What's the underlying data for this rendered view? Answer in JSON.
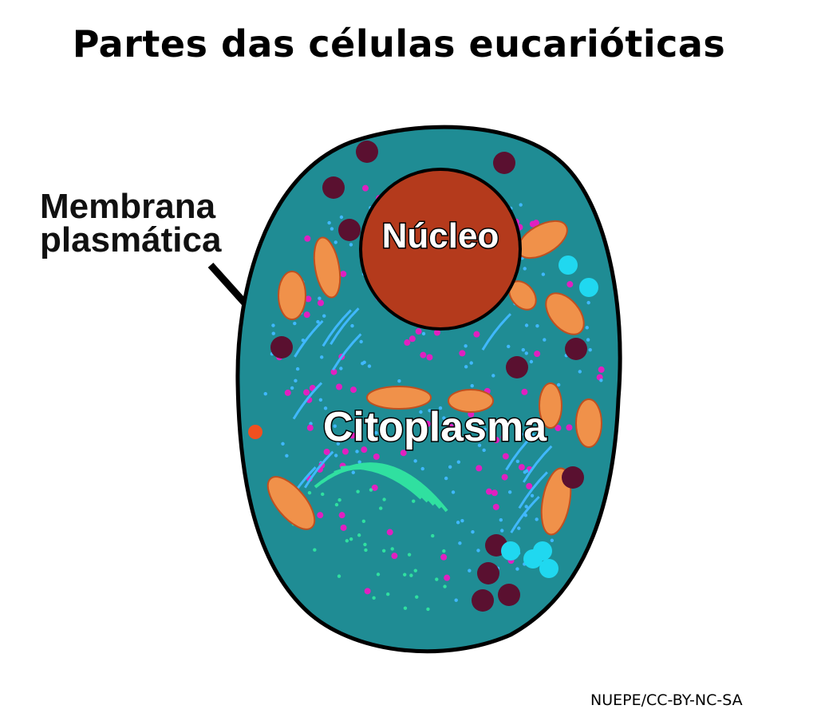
{
  "title": "Partes das células eucarióticas",
  "labels": {
    "membrane_line1": "Membrana",
    "membrane_line2": "plasmática",
    "nucleus": "Núcleo",
    "cytoplasm": "Citoplasma"
  },
  "credit": "NUEPE/CC-BY-NC-SA",
  "colors": {
    "cytoplasm": "#1f8c94",
    "nucleus": "#b43a1c",
    "mitochondria": "#f0914a",
    "vesicles_magenta": "#e020c0",
    "lysosomes": "#5a1030",
    "golgi": "#30e0a0",
    "er": "#40b8ff"
  }
}
